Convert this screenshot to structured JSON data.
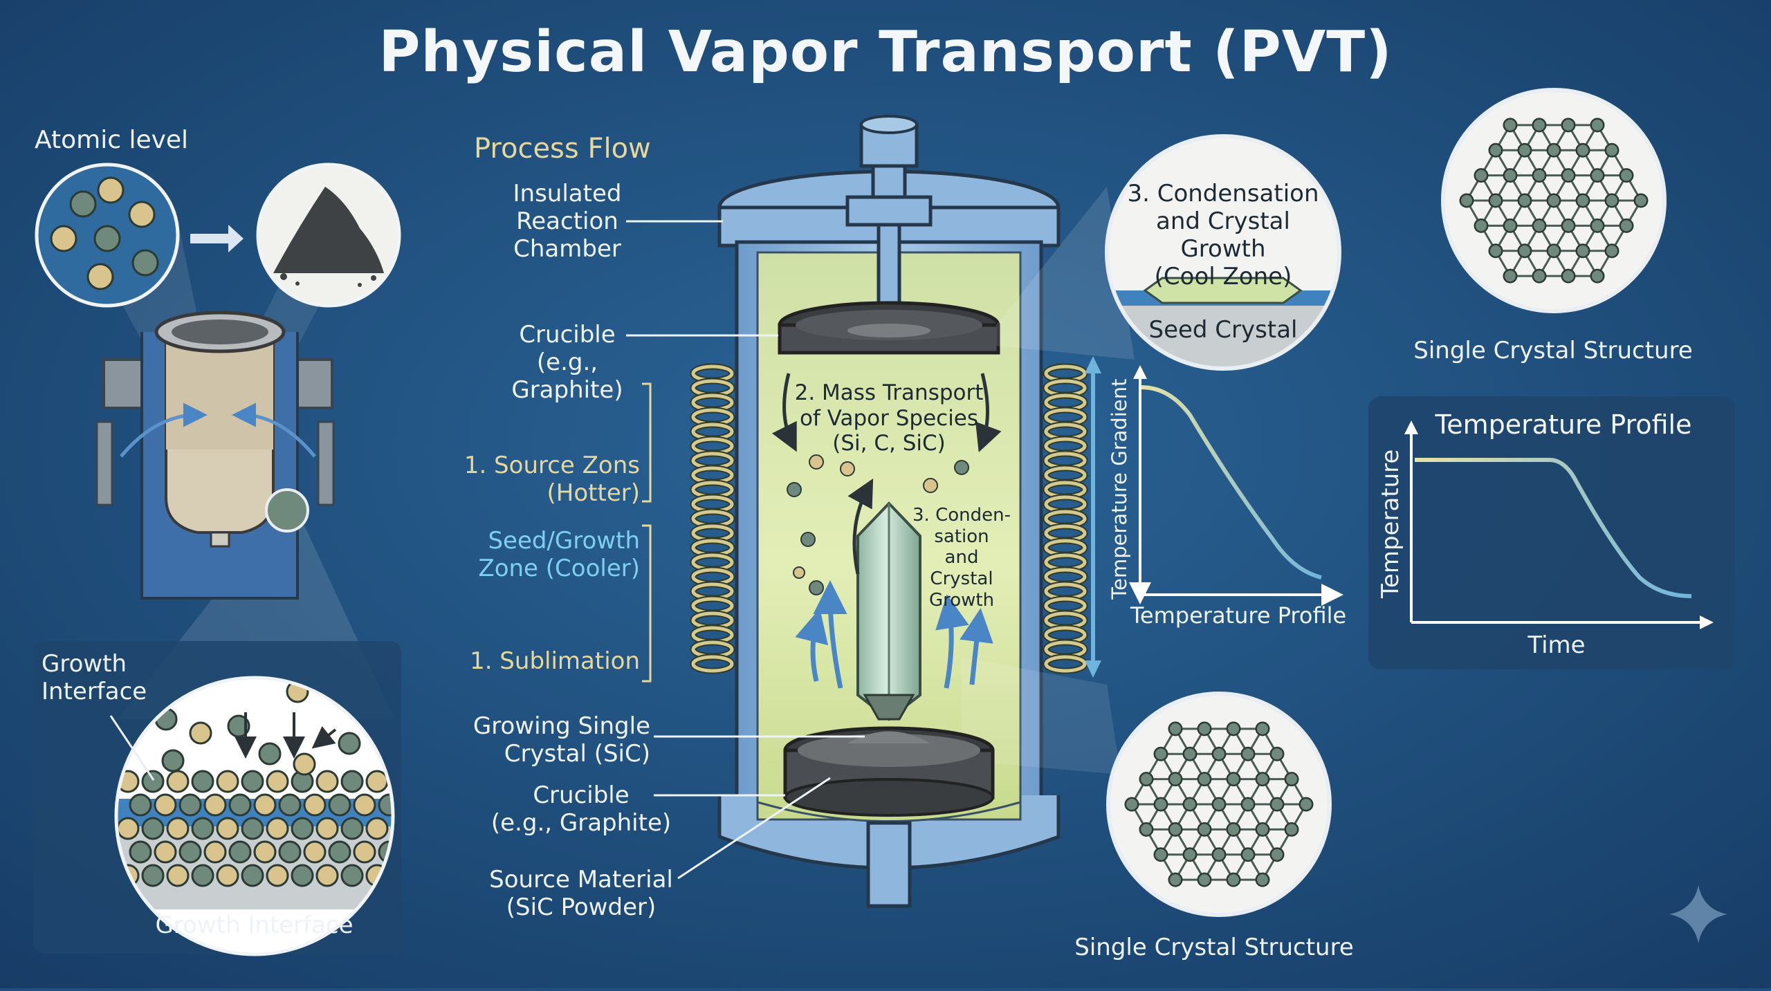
{
  "title": "Physical Vapor Transport (PVT)",
  "colors": {
    "background": "#20507f",
    "accent_gold": "#e8d79a",
    "accent_cyan": "#7fd0f0",
    "chamber_fill": "#d9eaa8",
    "lattice_node": "#6f8a7c"
  },
  "left": {
    "atomic_label": "Atomic level",
    "growth_interface_label": "Growth\nInterface",
    "growth_interface_caption": "Growth Interface"
  },
  "center": {
    "heading": "Process Flow",
    "labels": {
      "chamber": "Insulated\nReaction\nChamber",
      "crucible_top": "Crucible\n(e.g., Graphite)",
      "source_zones": "1. Source Zons\n(Hotter)",
      "seed_zone": "Seed/Growth\nZone (Cooler)",
      "sublimation": "1. Sublimation",
      "growing_crystal": "Growing Single\nCrystal (SiC)",
      "crucible_bottom": "Crucible\n(e.g., Graphite)",
      "source_material": "Source Material\n(SiC Powder)"
    },
    "mass_transport": "2. Mass Transport\nof Vapor Species\n(Si, C, SiC)",
    "condensation_inner": "3. Conden-\nsation\nand\nCrystal\nGrowth",
    "condensation_zoom": "3. Condensation\nand Crystal Growth\n(Cool Zone)",
    "seed_crystal": "Seed Crystal",
    "gradient_axis": "Temperature Gradient",
    "profile_caption": "Temperature Profile",
    "structure_caption": "Single Crystal Structure"
  },
  "right": {
    "structure_caption": "Single Crystal Structure",
    "profile_title": "Temperature Profile",
    "y_axis": "Temperature",
    "x_axis": "Time"
  }
}
